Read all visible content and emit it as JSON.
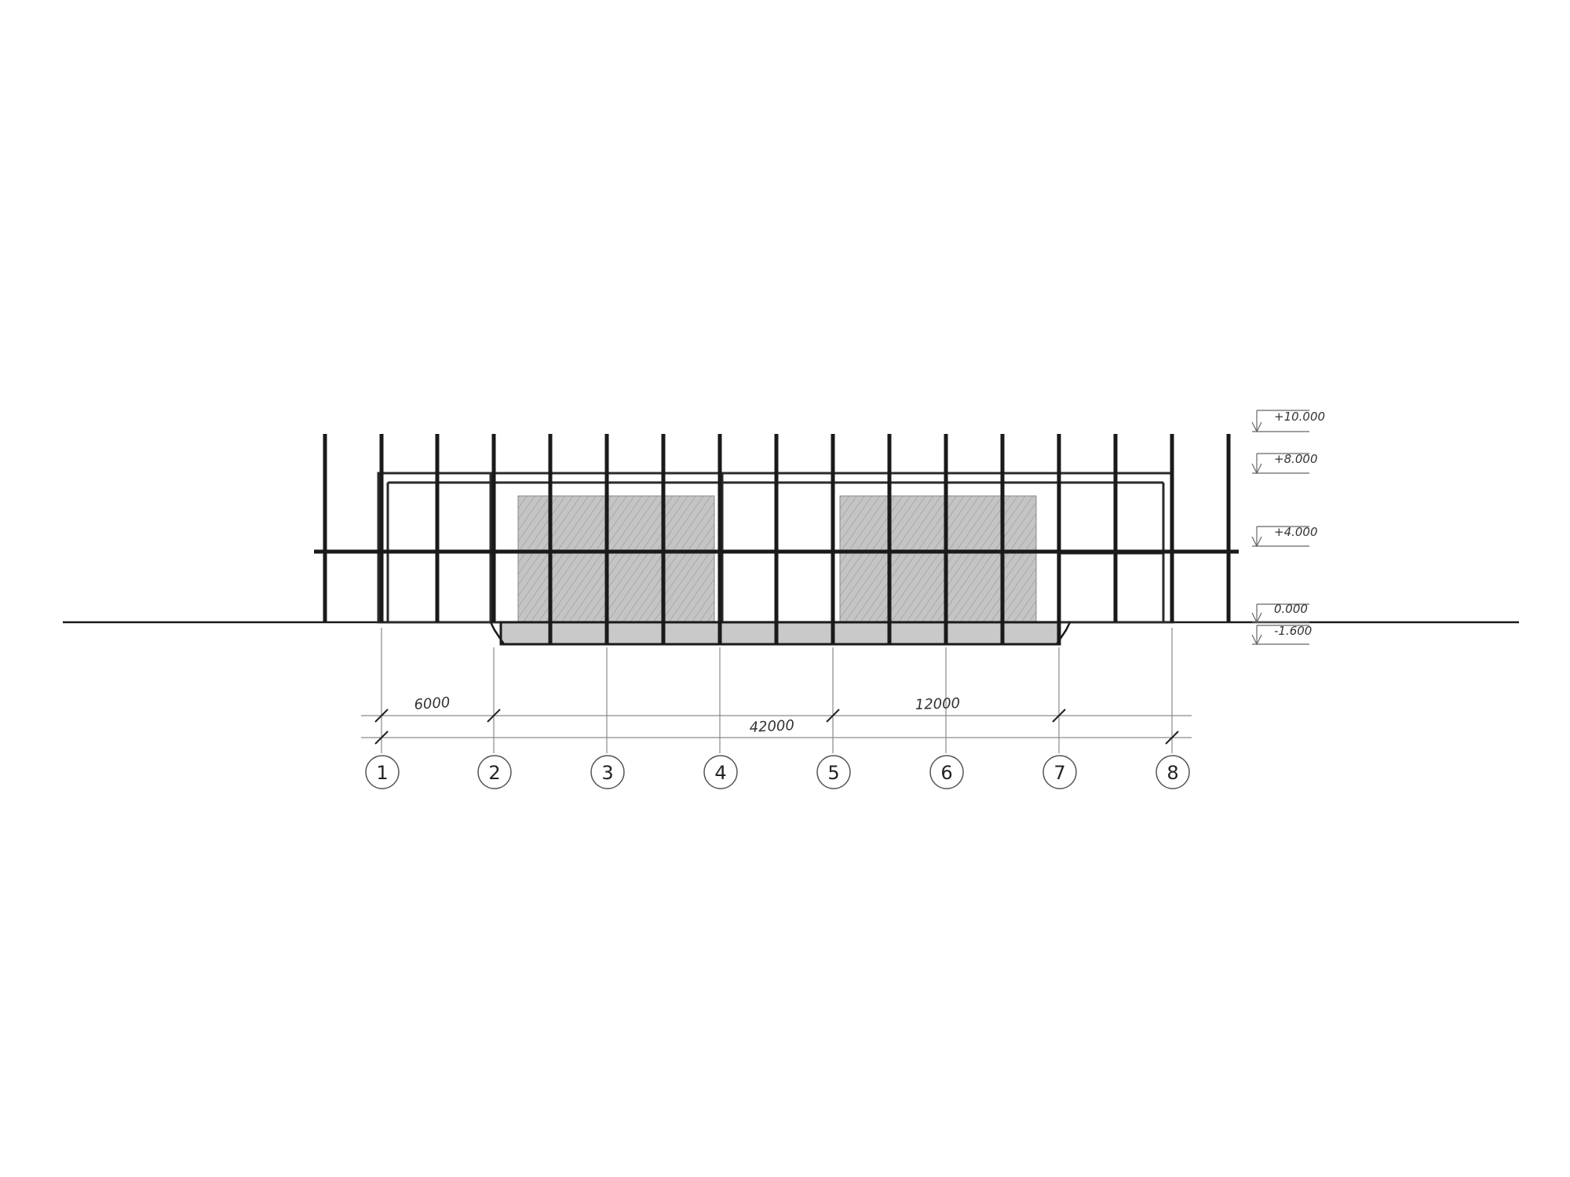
{
  "elevations": [
    {
      "id": "top",
      "label": "+10.000"
    },
    {
      "id": "roof",
      "label": "+8.000"
    },
    {
      "id": "mid",
      "label": "+4.000"
    },
    {
      "id": "ground",
      "label": "0.000"
    },
    {
      "id": "base",
      "label": "-1.600"
    }
  ],
  "dimensions": {
    "bay_1_2": "6000",
    "span_5_7": "12000",
    "overall": "42000"
  },
  "grid_axes": [
    "1",
    "2",
    "3",
    "4",
    "5",
    "6",
    "7",
    "8"
  ],
  "colors": {
    "ink": "#1a1a1a",
    "pencil_fill": "#bdbdbd",
    "dim_line": "#8a8a8a"
  }
}
